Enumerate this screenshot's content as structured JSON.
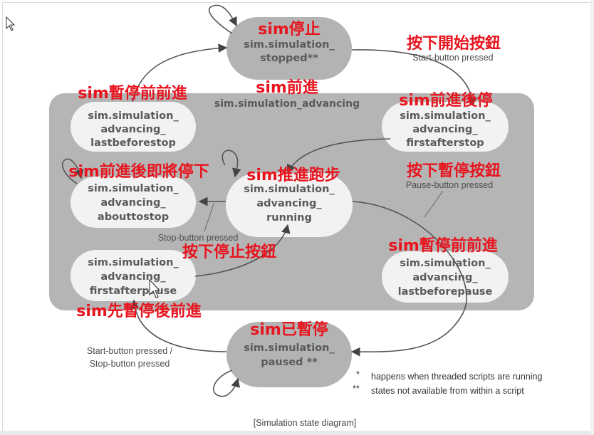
{
  "states": {
    "stopped": {
      "lines": [
        "sim.simulation_",
        "stopped**"
      ],
      "zh": "sim停止"
    },
    "paused": {
      "lines": [
        "sim.simulation_",
        "paused **"
      ],
      "zh": "sim已暫停"
    },
    "running": {
      "lines": [
        "sim.simulation_",
        "advancing_",
        "running"
      ],
      "zh": "sim推進跑步"
    },
    "lastbeforestop": {
      "lines": [
        "sim.simulation_",
        "advancing_",
        "lastbeforestop"
      ],
      "zh": "sim暫停前前進"
    },
    "firstafterstop": {
      "lines": [
        "sim.simulation_",
        "advancing_",
        "firstafterstop"
      ],
      "zh": "sim前進後停"
    },
    "abouttostop": {
      "lines": [
        "sim.simulation_",
        "advancing_",
        "abouttostop"
      ],
      "zh": "sim前進後即將停下"
    },
    "firstafterpause": {
      "lines": [
        "sim.simulation_",
        "advancing_",
        "firstafterpause"
      ],
      "zh": "sim先暫停後前進"
    },
    "lastbeforepause": {
      "lines": [
        "sim.simulation_",
        "advancing_",
        "lastbeforepause"
      ],
      "zh": "sim暫停前前進"
    }
  },
  "advancing_group": {
    "label": "sim.simulation_advancing",
    "zh": "sim前進"
  },
  "transitions": {
    "start": {
      "en": "Start-button pressed",
      "zh": "按下開始按鈕"
    },
    "pause": {
      "en": "Pause-button pressed",
      "zh": "按下暫停按鈕"
    },
    "stop": {
      "en": "Stop-button pressed",
      "zh": "按下停止按鈕"
    },
    "start_stop": {
      "line1": "Start-button pressed /",
      "line2": "Stop-button pressed"
    }
  },
  "legend": {
    "star1": {
      "mark": "*",
      "text": "happens when threaded scripts are running"
    },
    "star2": {
      "mark": "**",
      "text": "states not available from within a script"
    }
  },
  "caption": "[Simulation state diagram]",
  "colors": {
    "outer_state": "#b3b3b3",
    "group": "#b5b5b5",
    "inner_state": "#f2f2f2",
    "accent": "#e8141e"
  }
}
